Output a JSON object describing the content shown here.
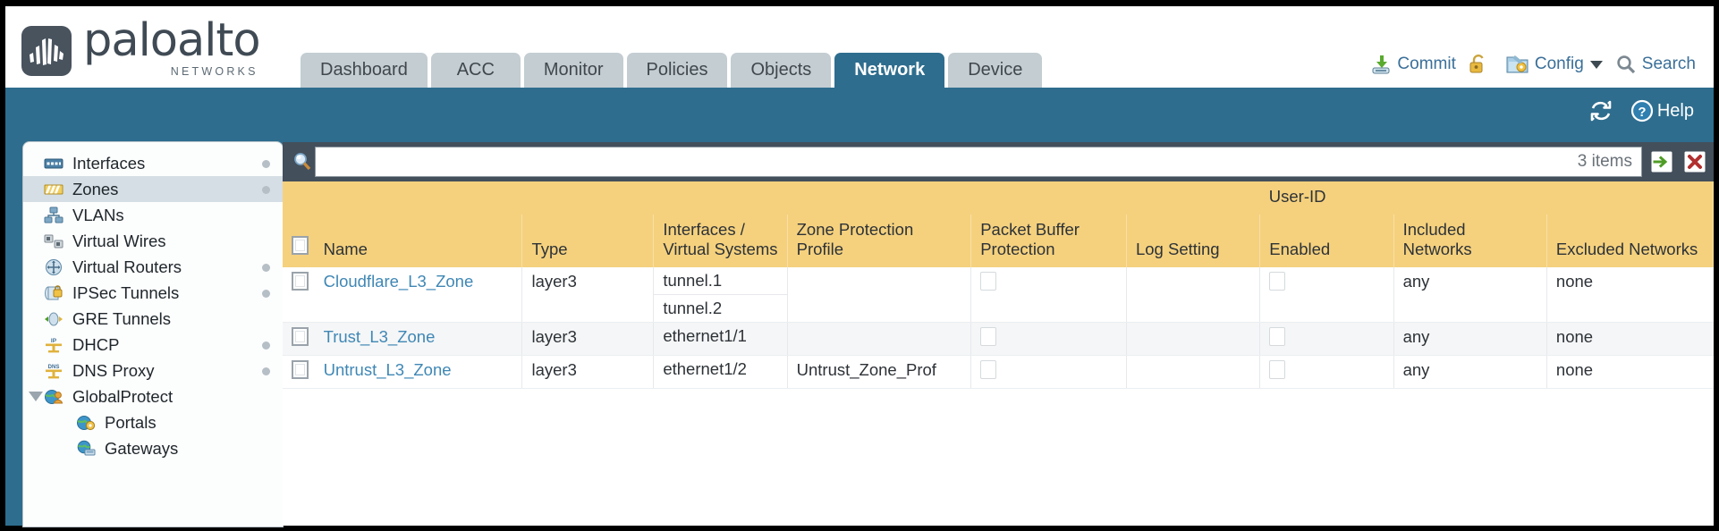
{
  "brand": {
    "name": "paloalto",
    "sub": "NETWORKS"
  },
  "tabs": [
    {
      "label": "Dashboard",
      "active": false
    },
    {
      "label": "ACC",
      "active": false
    },
    {
      "label": "Monitor",
      "active": false
    },
    {
      "label": "Policies",
      "active": false
    },
    {
      "label": "Objects",
      "active": false
    },
    {
      "label": "Network",
      "active": true
    },
    {
      "label": "Device",
      "active": false
    }
  ],
  "header_actions": {
    "commit": "Commit",
    "lock_icon": "unlock-icon",
    "config": "Config",
    "search": "Search"
  },
  "band": {
    "refresh_icon": "refresh-icon",
    "help": "Help"
  },
  "sidebar": {
    "items": [
      {
        "label": "Interfaces",
        "icon": "interfaces-icon",
        "selected": false,
        "dot": true,
        "child": false,
        "expander": false
      },
      {
        "label": "Zones",
        "icon": "zones-icon",
        "selected": true,
        "dot": true,
        "child": false,
        "expander": false
      },
      {
        "label": "VLANs",
        "icon": "vlans-icon",
        "selected": false,
        "dot": false,
        "child": false,
        "expander": false
      },
      {
        "label": "Virtual Wires",
        "icon": "virtual-wires-icon",
        "selected": false,
        "dot": false,
        "child": false,
        "expander": false
      },
      {
        "label": "Virtual Routers",
        "icon": "virtual-routers-icon",
        "selected": false,
        "dot": true,
        "child": false,
        "expander": false
      },
      {
        "label": "IPSec Tunnels",
        "icon": "ipsec-tunnels-icon",
        "selected": false,
        "dot": true,
        "child": false,
        "expander": false
      },
      {
        "label": "GRE Tunnels",
        "icon": "gre-tunnels-icon",
        "selected": false,
        "dot": false,
        "child": false,
        "expander": false
      },
      {
        "label": "DHCP",
        "icon": "dhcp-icon",
        "selected": false,
        "dot": true,
        "child": false,
        "expander": false
      },
      {
        "label": "DNS Proxy",
        "icon": "dns-proxy-icon",
        "selected": false,
        "dot": true,
        "child": false,
        "expander": false
      },
      {
        "label": "GlobalProtect",
        "icon": "globalprotect-icon",
        "selected": false,
        "dot": false,
        "child": false,
        "expander": true
      },
      {
        "label": "Portals",
        "icon": "portals-icon",
        "selected": false,
        "dot": false,
        "child": true,
        "expander": false
      },
      {
        "label": "Gateways",
        "icon": "gateways-icon",
        "selected": false,
        "dot": false,
        "child": true,
        "expander": false
      }
    ]
  },
  "search": {
    "value": "",
    "placeholder": "",
    "item_count": "3 items",
    "go_icon": "green-arrow-icon",
    "clear_icon": "red-x-icon"
  },
  "table": {
    "group_header": "User-ID",
    "columns": [
      "Name",
      "Type",
      "Interfaces / Virtual Systems",
      "Zone Protection Profile",
      "Packet Buffer Protection",
      "Log Setting",
      "Enabled",
      "Included Networks",
      "Excluded Networks"
    ],
    "rows": [
      {
        "name": "Cloudflare_L3_Zone",
        "type": "layer3",
        "interfaces": [
          "tunnel.1",
          "tunnel.2"
        ],
        "zone_protection_profile": "",
        "packet_buffer_protection": false,
        "log_setting": "",
        "user_id_enabled": false,
        "included_networks": "any",
        "excluded_networks": "none",
        "selected": false,
        "alt": false
      },
      {
        "name": "Trust_L3_Zone",
        "type": "layer3",
        "interfaces": [
          "ethernet1/1"
        ],
        "zone_protection_profile": "",
        "packet_buffer_protection": false,
        "log_setting": "",
        "user_id_enabled": false,
        "included_networks": "any",
        "excluded_networks": "none",
        "selected": false,
        "alt": true
      },
      {
        "name": "Untrust_L3_Zone",
        "type": "layer3",
        "interfaces": [
          "ethernet1/2"
        ],
        "zone_protection_profile": "Untrust_Zone_Prof",
        "packet_buffer_protection": false,
        "log_setting": "",
        "user_id_enabled": false,
        "included_networks": "any",
        "excluded_networks": "none",
        "selected": false,
        "alt": false
      }
    ]
  },
  "colors": {
    "brand_blue": "#2e6d8e",
    "header_amber": "#f5d17e",
    "group_amber": "#ddb255",
    "link_blue": "#3f87b5",
    "dark_slate": "#434f5b"
  }
}
